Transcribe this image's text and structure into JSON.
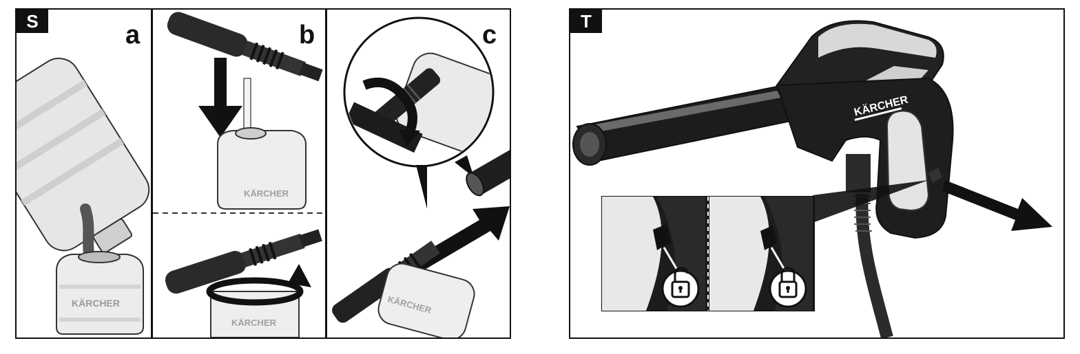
{
  "panels": {
    "s": {
      "tag": "S",
      "steps": [
        {
          "label": "a"
        },
        {
          "label": "b"
        },
        {
          "label": "c"
        }
      ]
    },
    "t": {
      "tag": "T"
    }
  },
  "brand_text": "KÄRCHER",
  "icons": {
    "unlocked": "padlock-open-icon",
    "locked": "padlock-closed-icon"
  }
}
